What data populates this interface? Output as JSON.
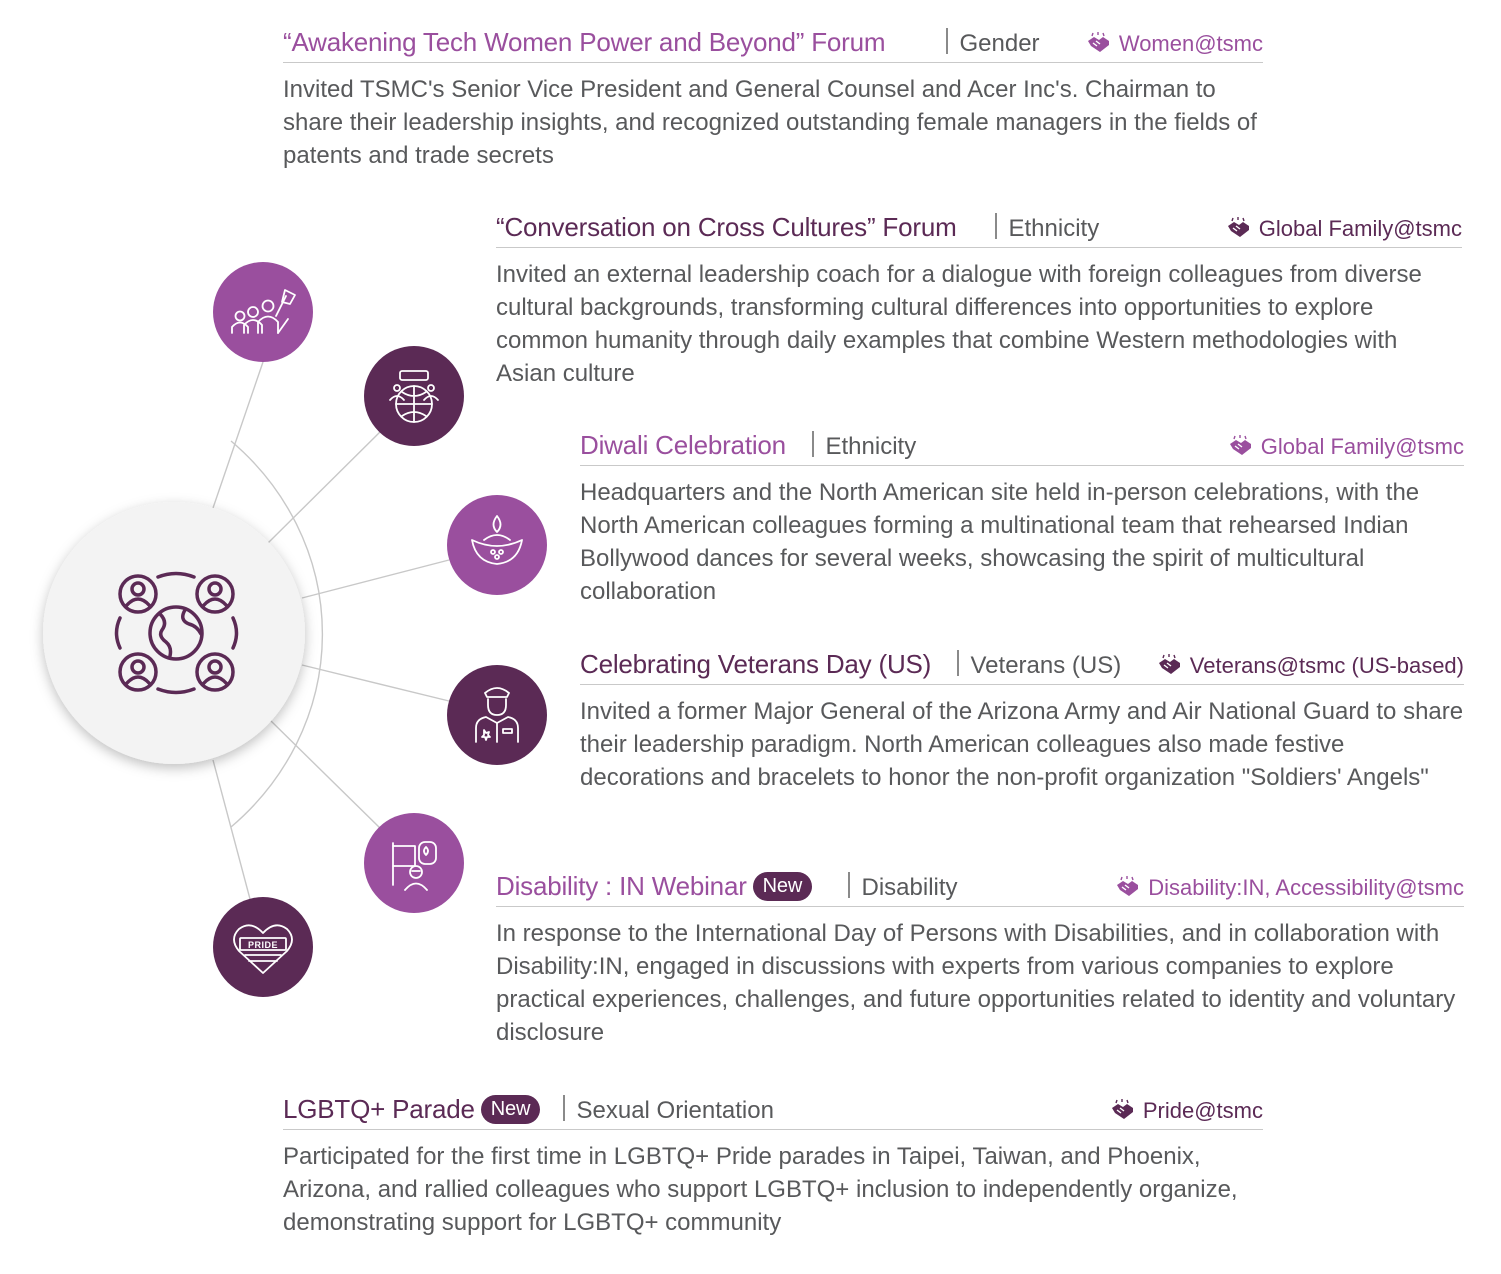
{
  "colors": {
    "light_purple": "#9a4f9e",
    "dark_purple": "#5b2a55",
    "text_gray": "#58595b",
    "connector_gray": "#c8c8c8",
    "hub_fill": "#f3f3f3"
  },
  "hub": {
    "icon": "globe-people-icon"
  },
  "events": [
    {
      "title": "“Awakening Tech Women Power and Beyond” Forum",
      "category": "Gender",
      "group": "Women@tsmc",
      "description": "Invited TSMC's Senior Vice President and General Counsel and Acer Inc's. Chairman to share their leadership insights, and recognized outstanding female managers in the fields of patents and trade secrets",
      "icon": "women-rally-icon",
      "is_new": false
    },
    {
      "title": "“Conversation on Cross Cultures” Forum",
      "category": "Ethnicity",
      "group": "Global Family@tsmc",
      "description": "Invited an external leadership coach for a dialogue with foreign colleagues from diverse cultural backgrounds, transforming cultural differences into opportunities to explore common humanity through daily examples that combine Western methodologies with Asian culture",
      "icon": "globe-dialogue-icon",
      "is_new": false
    },
    {
      "title": "Diwali Celebration",
      "category": "Ethnicity",
      "group": "Global Family@tsmc",
      "description": "Headquarters and the North American site held in-person celebrations, with the North American colleagues forming a multinational team that rehearsed Indian Bollywood dances for several weeks, showcasing the spirit of multicultural collaboration",
      "icon": "diya-lamp-icon",
      "is_new": false
    },
    {
      "title": "Celebrating Veterans Day (US)",
      "category": "Veterans (US)",
      "group": "Veterans@tsmc (US-based)",
      "description": "Invited a former Major General of the Arizona Army and Air National Guard to share their leadership paradigm. North American colleagues also made festive decorations and bracelets to honor the non-profit organization \"Soldiers' Angels\"",
      "icon": "veteran-soldier-icon",
      "is_new": false
    },
    {
      "title": "Disability : IN Webinar",
      "category": "Disability",
      "group": "Disability:IN, Accessibility@tsmc",
      "description": "In response to the International Day of Persons with Disabilities, and in collaboration with Disability:IN, engaged in discussions with experts from various companies to explore practical experiences, challenges, and future opportunities related to identity and voluntary disclosure",
      "icon": "webinar-person-icon",
      "is_new": true,
      "badge": "New"
    },
    {
      "title": "LGBTQ+ Parade",
      "category": "Sexual Orientation",
      "group": "Pride@tsmc",
      "description": "Participated for the first time in LGBTQ+ Pride parades in Taipei, Taiwan, and Phoenix, Arizona, and rallied colleagues who support LGBTQ+ inclusion to independently organize, demonstrating support for LGBTQ+ community",
      "icon": "pride-heart-icon",
      "pride_text": "PRIDE",
      "is_new": true,
      "badge": "New"
    }
  ]
}
